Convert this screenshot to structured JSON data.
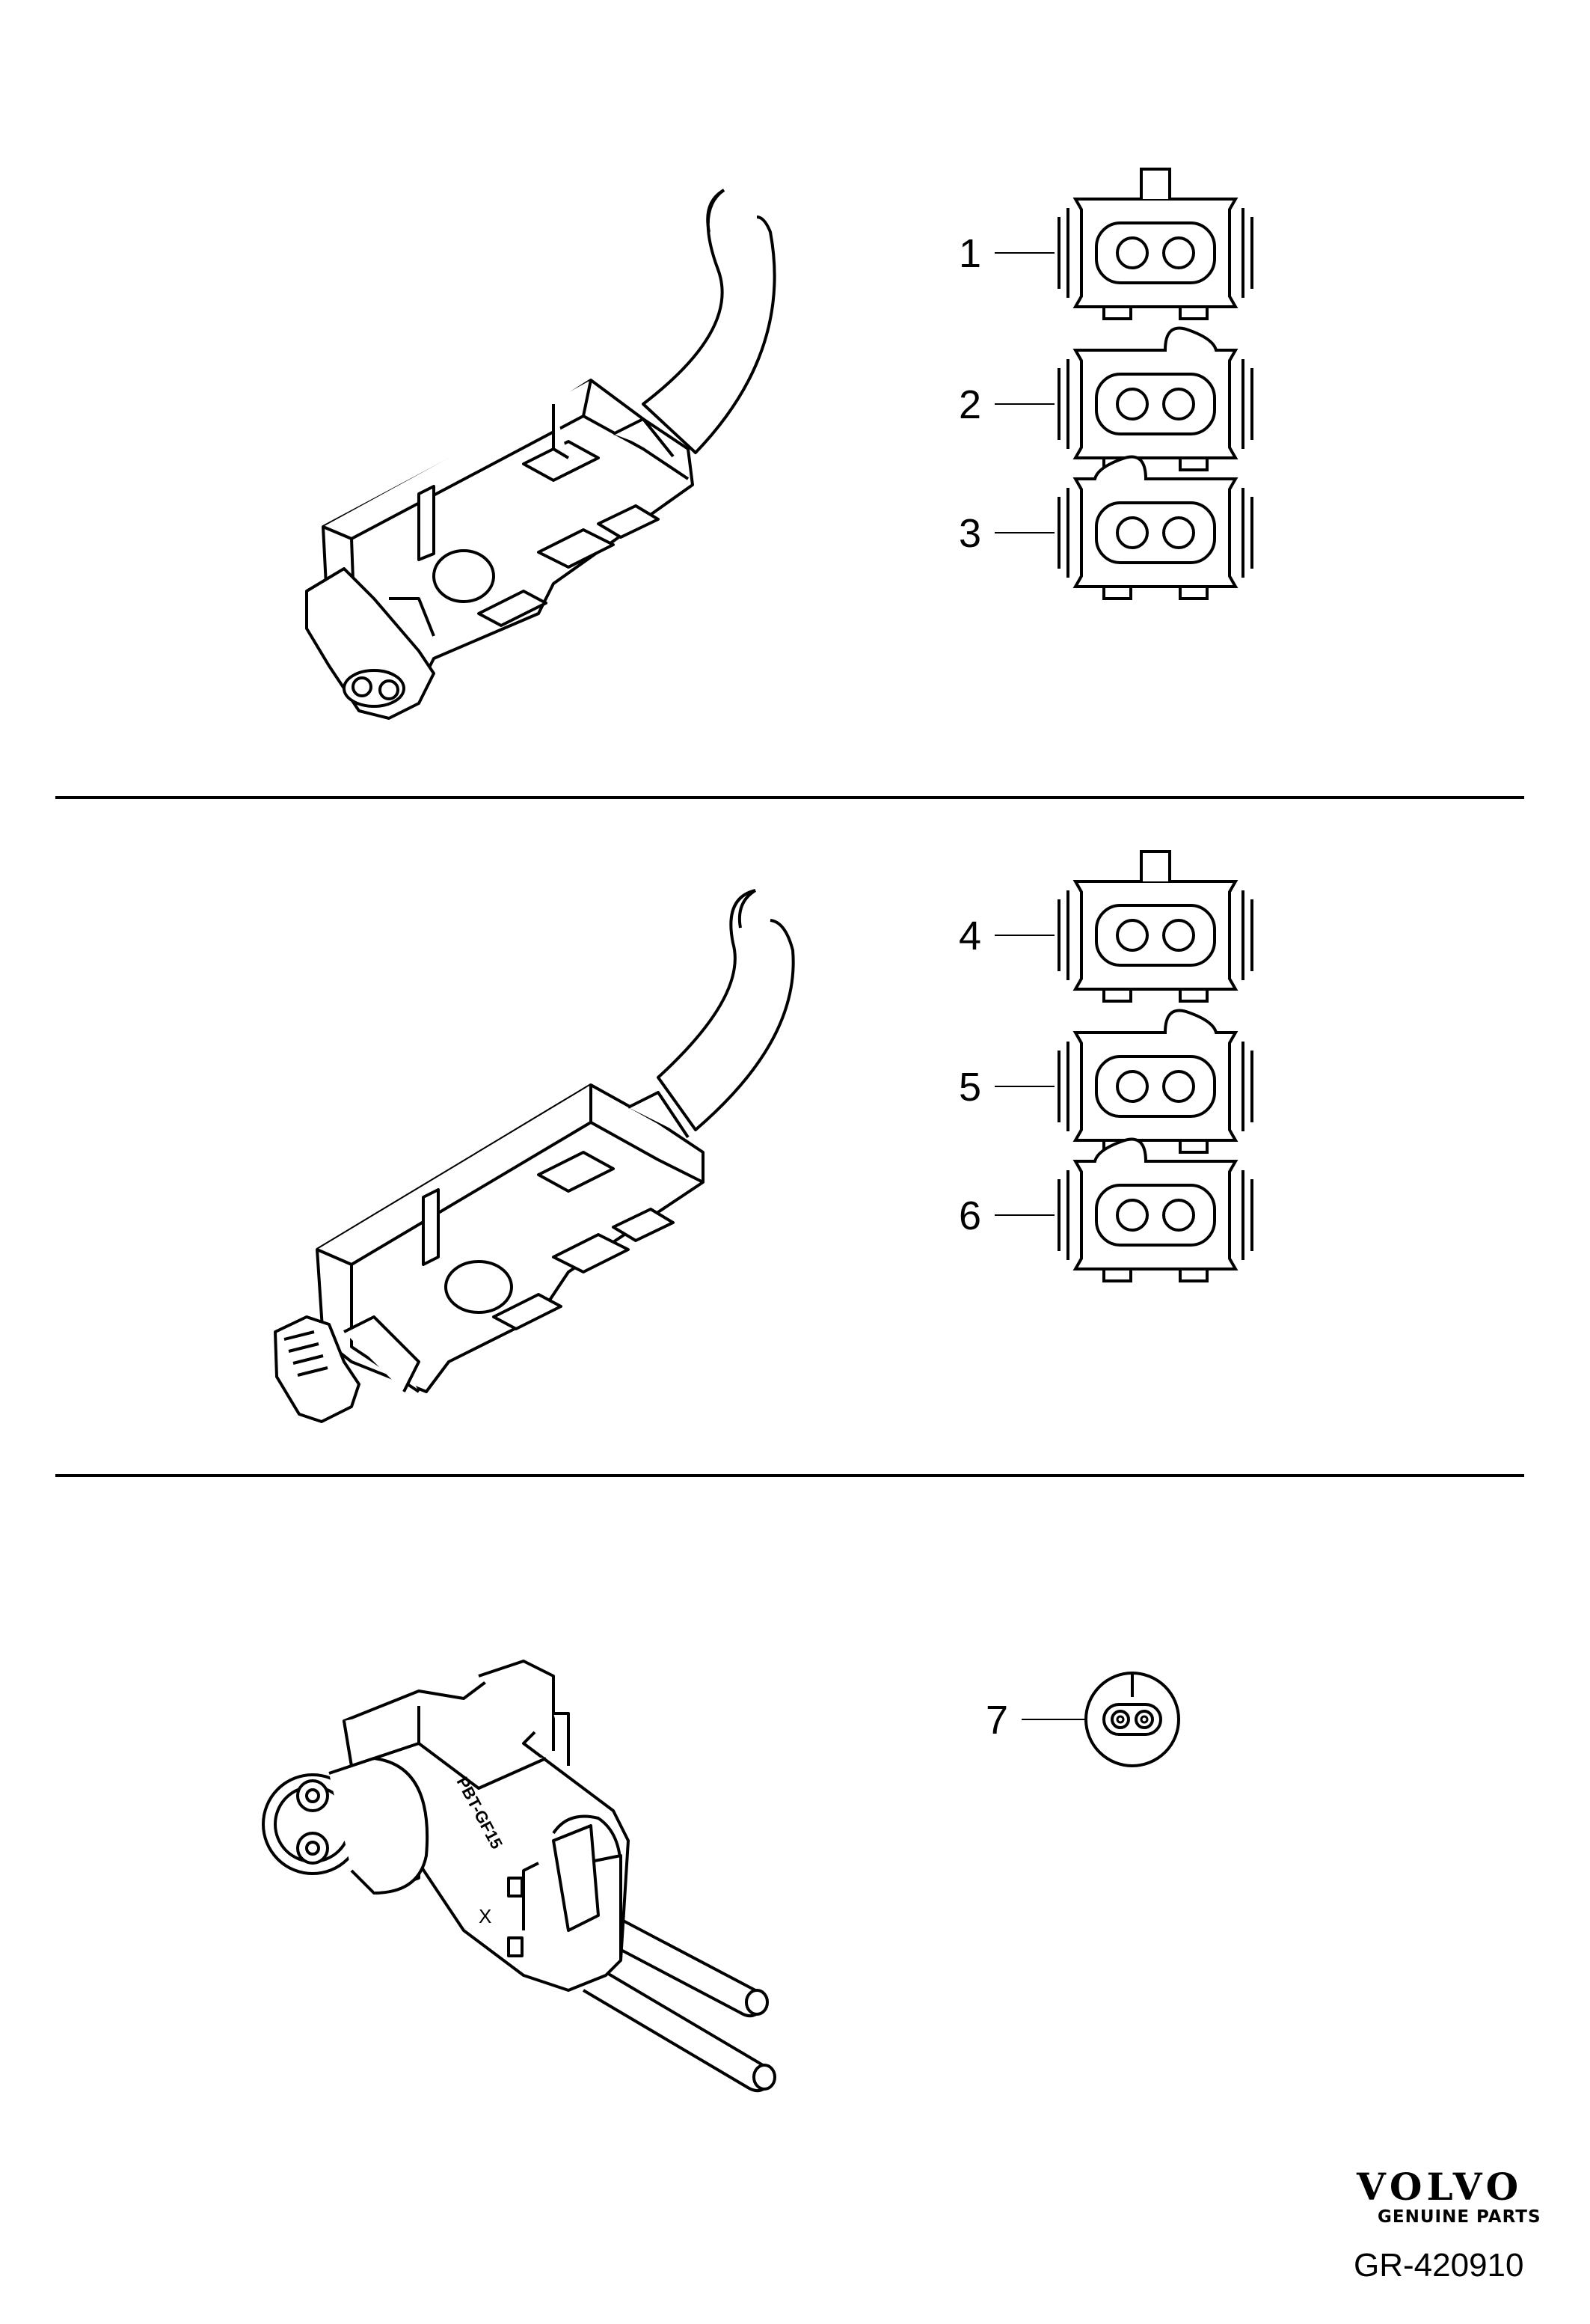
{
  "callouts": {
    "c1": "1",
    "c2": "2",
    "c3": "3",
    "c4": "4",
    "c5": "5",
    "c6": "6",
    "c7": "7"
  },
  "branding": {
    "logo_text": "VOLVO",
    "logo_subtext": "GENUINE PARTS"
  },
  "reference_code": "GR-420910",
  "connector_print": {
    "line1": "PBT-GF15",
    "line2": "X"
  },
  "colors": {
    "line": "#000000",
    "background": "#ffffff",
    "fill_light": "#ffffff"
  }
}
